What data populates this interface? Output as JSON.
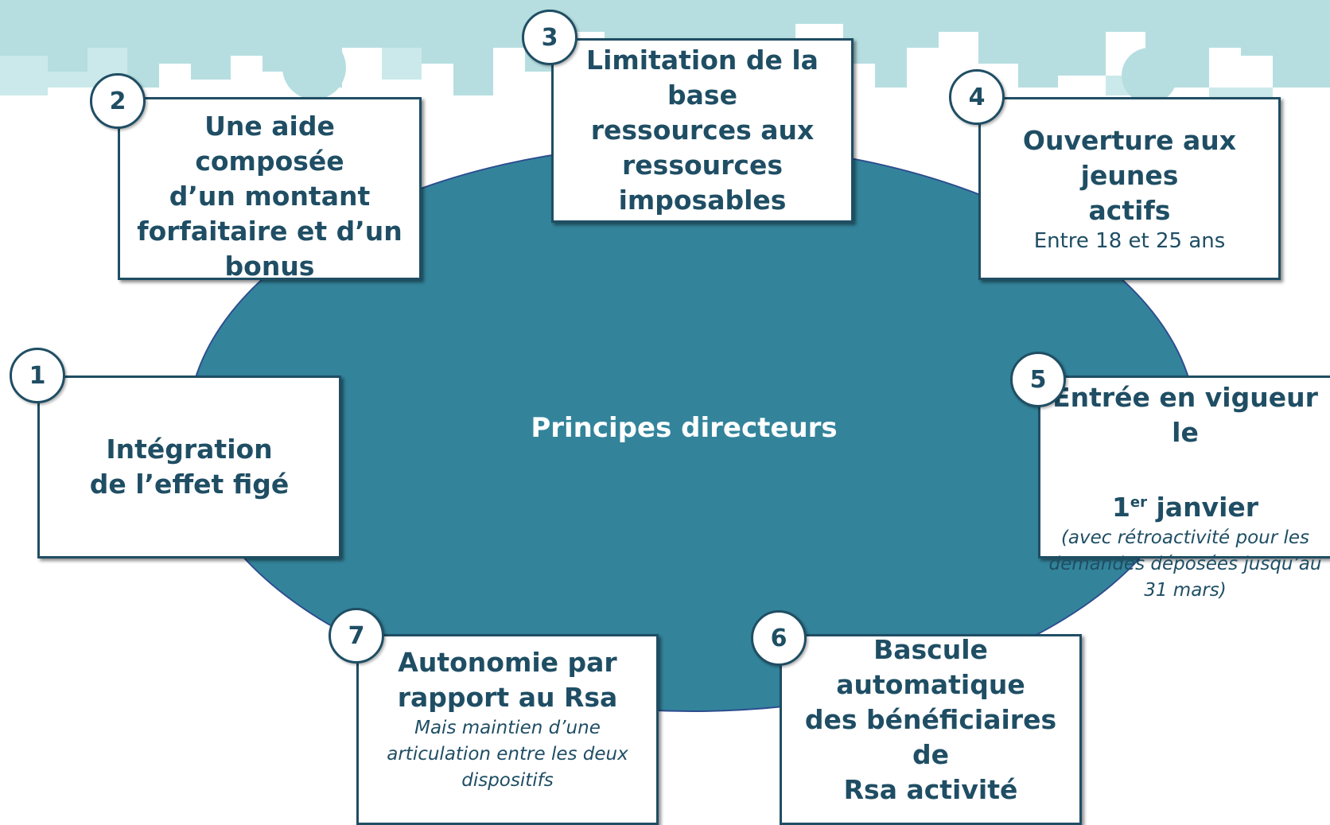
{
  "center": {
    "title": "Principes directeurs"
  },
  "items": [
    {
      "number": "1",
      "title": "Intégration\nde l’effet figé"
    },
    {
      "number": "2",
      "title": "Une aide composée\nd’un montant\nforfaitaire et d’un\nbonus"
    },
    {
      "number": "3",
      "title": "Limitation de la base\nressources aux\nressources\nimposables"
    },
    {
      "number": "4",
      "title": "Ouverture aux jeunes\nactifs",
      "subtitle": "Entre 18 et 25 ans"
    },
    {
      "number": "5",
      "title_line1": "Entrée en vigueur le",
      "title_pre": "1",
      "title_sup": "er",
      "title_post": " janvier",
      "note": "(avec rétroactivité  pour les\ndemandes déposées jusqu’au\n31 mars)"
    },
    {
      "number": "6",
      "title": "Bascule automatique\ndes bénéficiaires de\nRsa activité"
    },
    {
      "number": "7",
      "title": "Autonomie par\nrapport au Rsa",
      "note": "Mais maintien d’une\narticulation entre les deux\ndispositifs"
    }
  ],
  "colors": {
    "ellipse": "#33849b",
    "text": "#1f4e64",
    "skyline": "#b7dfe0"
  }
}
